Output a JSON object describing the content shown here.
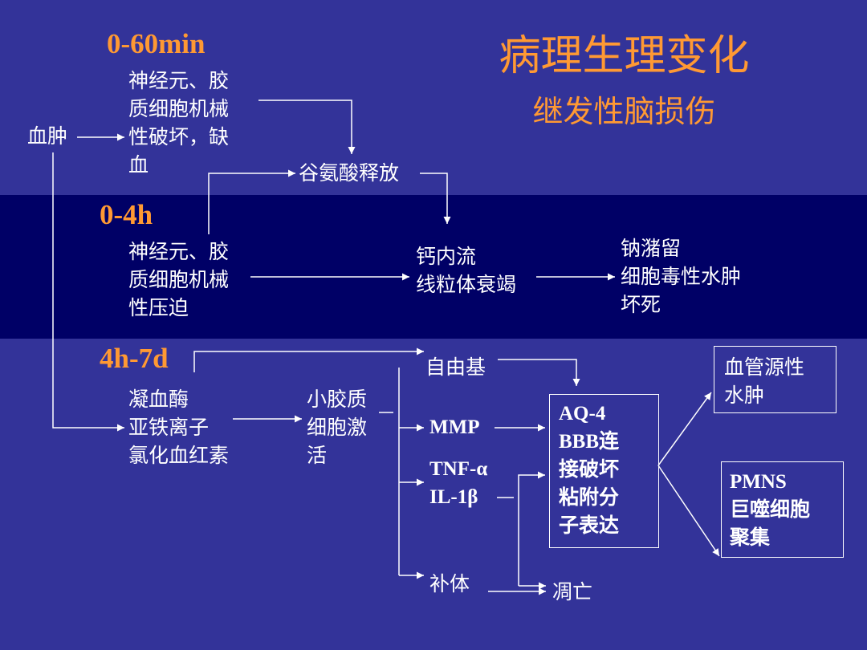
{
  "title": "病理生理变化",
  "subtitle": "继发性脑损伤",
  "phases": {
    "p1": "0-60min",
    "p2": "0-4h",
    "p3": "4h-7d"
  },
  "nodes": {
    "hematoma": "血肿",
    "mech_damage": "神经元、胶\n质细胞机械\n性破坏，缺\n血",
    "glutamate": "谷氨酸释放",
    "compression": "神经元、胶\n质细胞机械\n性压迫",
    "calcium": "钙内流\n线粒体衰竭",
    "sodium": "钠潴留\n细胞毒性水肿\n坏死",
    "factors": "凝血酶\n亚铁离子\n氯化血红素",
    "microglia": "小胶质\n细胞激\n活",
    "free_radical": "自由基",
    "mmp": "MMP",
    "tnf": "TNF-α\nIL-1β",
    "complement": "补体",
    "aq4": "AQ-4\nBBB连\n接破坏\n粘附分\n子表达",
    "apoptosis": "凋亡",
    "vasogenic": "血管源性\n水肿",
    "pmns": "PMNS\n巨噬细胞\n聚集"
  },
  "colors": {
    "background": "#333399",
    "band": "#000066",
    "accent": "#ff9933",
    "text": "#ffffff"
  }
}
